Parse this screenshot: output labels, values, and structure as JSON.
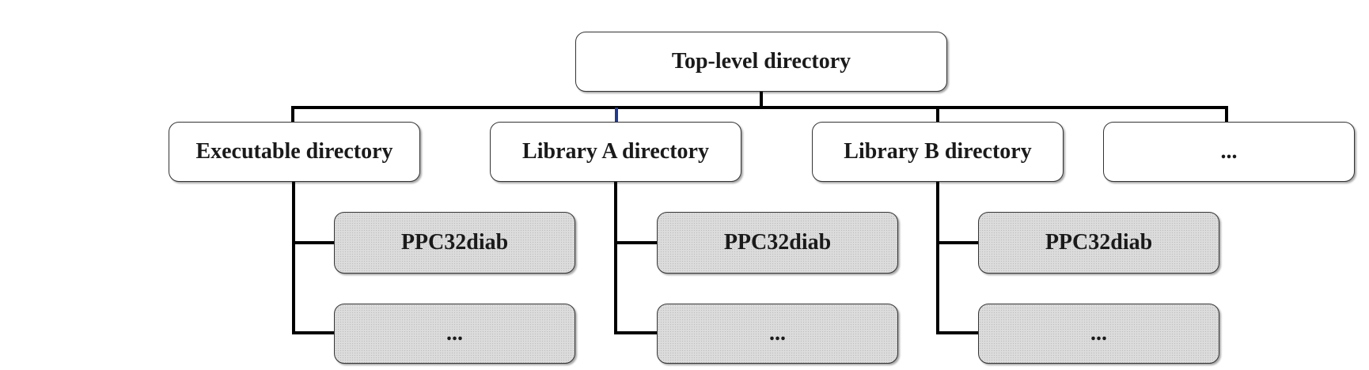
{
  "diagram": {
    "root": {
      "label": "Top-level directory"
    },
    "children": [
      {
        "label": "Executable directory",
        "subitems": [
          "PPC32diab",
          "..."
        ]
      },
      {
        "label": "Library A directory",
        "subitems": [
          "PPC32diab",
          "..."
        ]
      },
      {
        "label": "Library B directory",
        "subitems": [
          "PPC32diab",
          "..."
        ]
      },
      {
        "label": "...",
        "subitems": []
      }
    ]
  },
  "colors": {
    "connector": "#000000",
    "accent_connector": "#1f3a93",
    "box_border": "#333333",
    "subbox_fill": "#dcdcdc"
  }
}
